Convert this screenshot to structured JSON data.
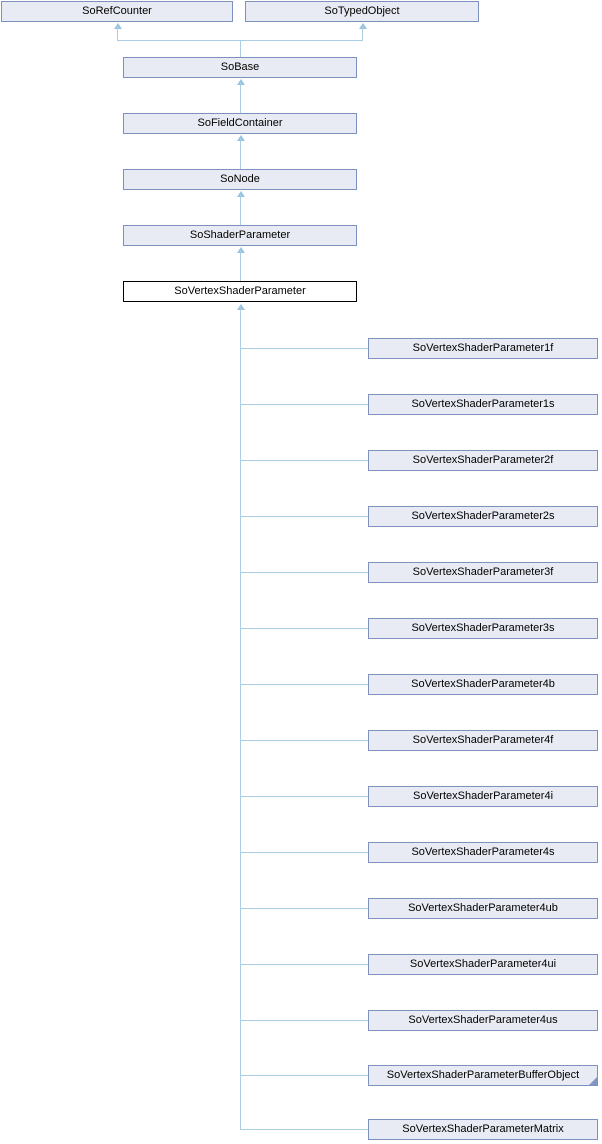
{
  "diagram": {
    "kind": "class-inheritance-diagram",
    "current_class": "SoVertexShaderParameter",
    "colors": {
      "node_fill": "#e8ebf3",
      "node_border": "#7d91bf",
      "current_border": "#000000",
      "edge": "#aacde4",
      "arrow": "#9ac2dd",
      "fold": "#8296c6",
      "text": "#000000"
    },
    "nodes": [
      {
        "id": "SoRefCounter",
        "label": "SoRefCounter"
      },
      {
        "id": "SoTypedObject",
        "label": "SoTypedObject"
      },
      {
        "id": "SoBase",
        "label": "SoBase"
      },
      {
        "id": "SoFieldContainer",
        "label": "SoFieldContainer"
      },
      {
        "id": "SoNode",
        "label": "SoNode"
      },
      {
        "id": "SoShaderParameter",
        "label": "SoShaderParameter"
      },
      {
        "id": "SoVertexShaderParameter",
        "label": "SoVertexShaderParameter",
        "current": true
      },
      {
        "id": "SoVertexShaderParameter1f",
        "label": "SoVertexShaderParameter1f"
      },
      {
        "id": "SoVertexShaderParameter1s",
        "label": "SoVertexShaderParameter1s"
      },
      {
        "id": "SoVertexShaderParameter2f",
        "label": "SoVertexShaderParameter2f"
      },
      {
        "id": "SoVertexShaderParameter2s",
        "label": "SoVertexShaderParameter2s"
      },
      {
        "id": "SoVertexShaderParameter3f",
        "label": "SoVertexShaderParameter3f"
      },
      {
        "id": "SoVertexShaderParameter3s",
        "label": "SoVertexShaderParameter3s"
      },
      {
        "id": "SoVertexShaderParameter4b",
        "label": "SoVertexShaderParameter4b"
      },
      {
        "id": "SoVertexShaderParameter4f",
        "label": "SoVertexShaderParameter4f"
      },
      {
        "id": "SoVertexShaderParameter4i",
        "label": "SoVertexShaderParameter4i"
      },
      {
        "id": "SoVertexShaderParameter4s",
        "label": "SoVertexShaderParameter4s"
      },
      {
        "id": "SoVertexShaderParameter4ub",
        "label": "SoVertexShaderParameter4ub"
      },
      {
        "id": "SoVertexShaderParameter4ui",
        "label": "SoVertexShaderParameter4ui"
      },
      {
        "id": "SoVertexShaderParameter4us",
        "label": "SoVertexShaderParameter4us"
      },
      {
        "id": "SoVertexShaderParameterBufferObject",
        "label": "SoVertexShaderParameterBufferObject",
        "clipped": true
      },
      {
        "id": "SoVertexShaderParameterMatrix",
        "label": "SoVertexShaderParameterMatrix"
      }
    ],
    "edges": [
      {
        "from": "SoBase",
        "to": "SoRefCounter"
      },
      {
        "from": "SoBase",
        "to": "SoTypedObject"
      },
      {
        "from": "SoFieldContainer",
        "to": "SoBase"
      },
      {
        "from": "SoNode",
        "to": "SoFieldContainer"
      },
      {
        "from": "SoShaderParameter",
        "to": "SoNode"
      },
      {
        "from": "SoVertexShaderParameter",
        "to": "SoShaderParameter"
      },
      {
        "from": "SoVertexShaderParameter1f",
        "to": "SoVertexShaderParameter"
      },
      {
        "from": "SoVertexShaderParameter1s",
        "to": "SoVertexShaderParameter"
      },
      {
        "from": "SoVertexShaderParameter2f",
        "to": "SoVertexShaderParameter"
      },
      {
        "from": "SoVertexShaderParameter2s",
        "to": "SoVertexShaderParameter"
      },
      {
        "from": "SoVertexShaderParameter3f",
        "to": "SoVertexShaderParameter"
      },
      {
        "from": "SoVertexShaderParameter3s",
        "to": "SoVertexShaderParameter"
      },
      {
        "from": "SoVertexShaderParameter4b",
        "to": "SoVertexShaderParameter"
      },
      {
        "from": "SoVertexShaderParameter4f",
        "to": "SoVertexShaderParameter"
      },
      {
        "from": "SoVertexShaderParameter4i",
        "to": "SoVertexShaderParameter"
      },
      {
        "from": "SoVertexShaderParameter4s",
        "to": "SoVertexShaderParameter"
      },
      {
        "from": "SoVertexShaderParameter4ub",
        "to": "SoVertexShaderParameter"
      },
      {
        "from": "SoVertexShaderParameter4ui",
        "to": "SoVertexShaderParameter"
      },
      {
        "from": "SoVertexShaderParameter4us",
        "to": "SoVertexShaderParameter"
      },
      {
        "from": "SoVertexShaderParameterBufferObject",
        "to": "SoVertexShaderParameter"
      },
      {
        "from": "SoVertexShaderParameterMatrix",
        "to": "SoVertexShaderParameter"
      }
    ]
  }
}
